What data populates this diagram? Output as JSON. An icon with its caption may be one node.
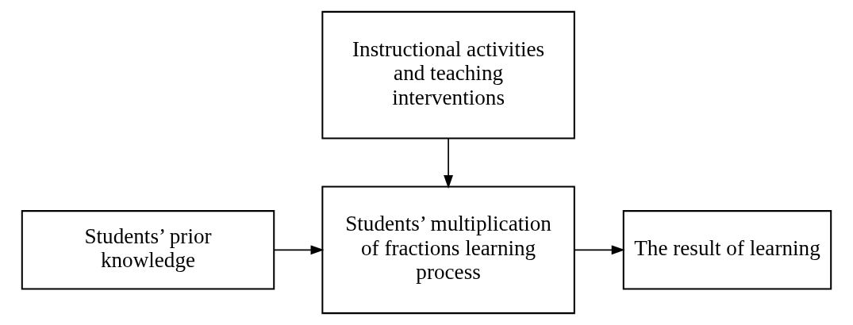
{
  "diagram": {
    "nodes": [
      {
        "text": [
          "Instructional activities and teaching interventions"
        ]
      },
      {
        "text": [
          "Students’ prior knowledge"
        ]
      },
      {
        "text": [
          "Students’ multiplication of fractions learning process"
        ]
      },
      {
        "text": [
          "The result of learning"
        ]
      }
    ],
    "edges": [
      {
        "from": 0,
        "to": 2,
        "arrow": "to"
      },
      {
        "from": 1,
        "to": 2,
        "arrow": "to"
      },
      {
        "from": 2,
        "to": 3,
        "arrow": "to"
      }
    ]
  }
}
